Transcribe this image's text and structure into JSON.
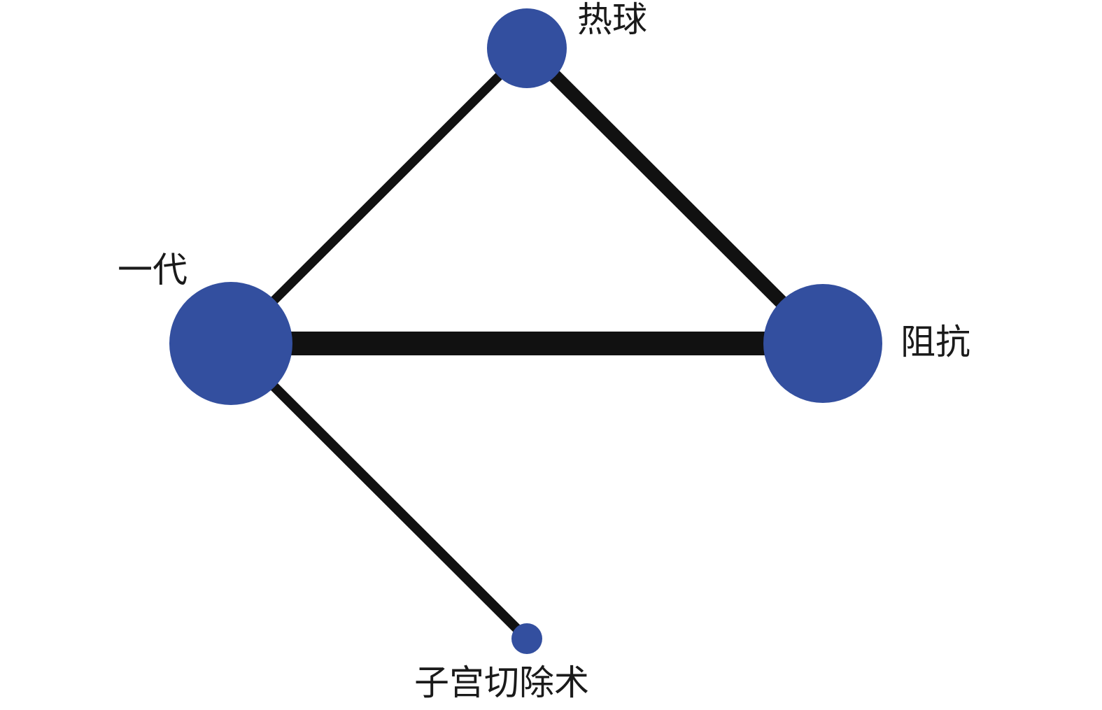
{
  "diagram": {
    "type": "network",
    "colors": {
      "node": "#334f9f",
      "edge": "#111111",
      "label": "#1a1a1a",
      "background": "#ffffff"
    },
    "nodes": [
      {
        "id": "yidai",
        "label": "一代"
      },
      {
        "id": "reqiu",
        "label": "热球"
      },
      {
        "id": "zukang",
        "label": "阻抗"
      },
      {
        "id": "zigong",
        "label": "子宫切除术"
      }
    ],
    "edges": [
      {
        "from": "yidai",
        "to": "zukang"
      },
      {
        "from": "yidai",
        "to": "reqiu"
      },
      {
        "from": "reqiu",
        "to": "zukang"
      },
      {
        "from": "yidai",
        "to": "zigong"
      }
    ]
  }
}
